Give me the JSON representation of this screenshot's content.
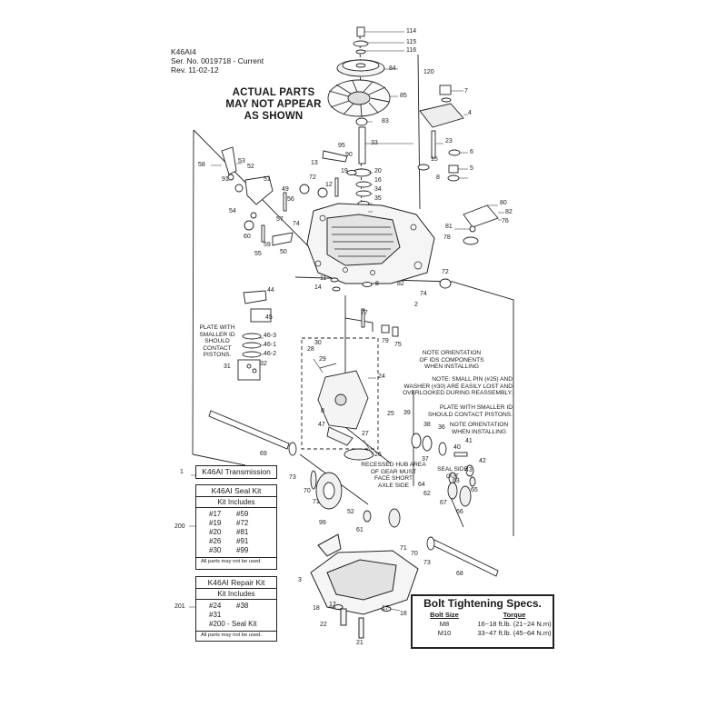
{
  "header": {
    "model": "K46AI4",
    "serial": "Ser. No. 0019718 - Current",
    "revision": "Rev. 11-02-12"
  },
  "disclaimer": [
    "ACTUAL PARTS",
    "MAY NOT APPEAR",
    "AS SHOWN"
  ],
  "notes": {
    "plate_left": [
      "PLATE WITH",
      "SMALLER ID",
      "SHOULD",
      "CONTACT",
      "PISTONS."
    ],
    "orientation_ids": [
      "NOTE ORIENTATION",
      "OF IDS COMPONENTS",
      "WHEN INSTALLING"
    ],
    "small_pin": [
      "NOTE: SMALL PIN (#25) AND",
      "WASHER (#30) ARE EASILY LOST AND",
      "OVERLOOKED DURING REASSEMBLY."
    ],
    "plate_right": [
      "PLATE WITH SMALLER ID",
      "SHOULD CONTACT PISTONS."
    ],
    "orientation_right": [
      "NOTE ORIENTATION",
      "WHEN INSTALLING"
    ],
    "seal_side": [
      "SEAL SIDE",
      "OUT"
    ],
    "recessed_hub": [
      "RECESSED HUB AREA",
      "OF GEAR MUST",
      "FACE SHORT",
      "AXLE SIDE"
    ]
  },
  "transmission": {
    "ref": "1",
    "label": "K46AI Transmission"
  },
  "seal_kit": {
    "ref": "200",
    "title": "K46AI Seal Kit",
    "includes_label": "Kit Includes",
    "col1": [
      "#17",
      "#19",
      "#20",
      "#26",
      "#30"
    ],
    "col2": [
      "#59",
      "#72",
      "#81",
      "#91",
      "#99"
    ],
    "footnote": "All parts may not be used."
  },
  "repair_kit": {
    "ref": "201",
    "title": "K46AI Repair Kit",
    "includes_label": "Kit Includes",
    "col1": [
      "#24",
      "#31",
      "#200 - Seal Kit"
    ],
    "col2": [
      "#38",
      "",
      ""
    ],
    "footnote": "All parts may not be used."
  },
  "bolt_specs": {
    "title": "Bolt Tightening Specs.",
    "col_size": "Bolt Size",
    "col_torque": "Torque",
    "rows": [
      {
        "size": "M8",
        "torque": "16~18 ft.lb. (21~24 N.m)"
      },
      {
        "size": "M10",
        "torque": "33~47 ft.lb. (45~64 N.m)"
      }
    ]
  },
  "callouts": [
    "114",
    "115",
    "116",
    "84",
    "120",
    "85",
    "83",
    "7",
    "4",
    "33",
    "95",
    "90",
    "13",
    "19",
    "20",
    "16",
    "12",
    "34",
    "35",
    "23",
    "15",
    "6",
    "5",
    "8",
    "58",
    "53",
    "52",
    "91",
    "51",
    "49",
    "56",
    "72",
    "54",
    "74",
    "57",
    "60",
    "59",
    "55",
    "50",
    "80",
    "82",
    "76",
    "81",
    "78",
    "11",
    "14",
    "8",
    "82",
    "74",
    "72",
    "2",
    "44",
    "45",
    "46-3",
    "46-1",
    "46-2",
    "31",
    "32",
    "77",
    "79",
    "75",
    "30",
    "28",
    "29",
    "24",
    "8",
    "47",
    "27",
    "26",
    "25",
    "39",
    "38",
    "36",
    "37",
    "40",
    "41",
    "42",
    "43",
    "69",
    "73",
    "70",
    "71",
    "64",
    "62",
    "63",
    "65",
    "67",
    "66",
    "61",
    "52",
    "99",
    "71",
    "70",
    "73",
    "68",
    "3",
    "17",
    "18",
    "22",
    "17",
    "18",
    "21",
    "200",
    "201",
    "1"
  ]
}
